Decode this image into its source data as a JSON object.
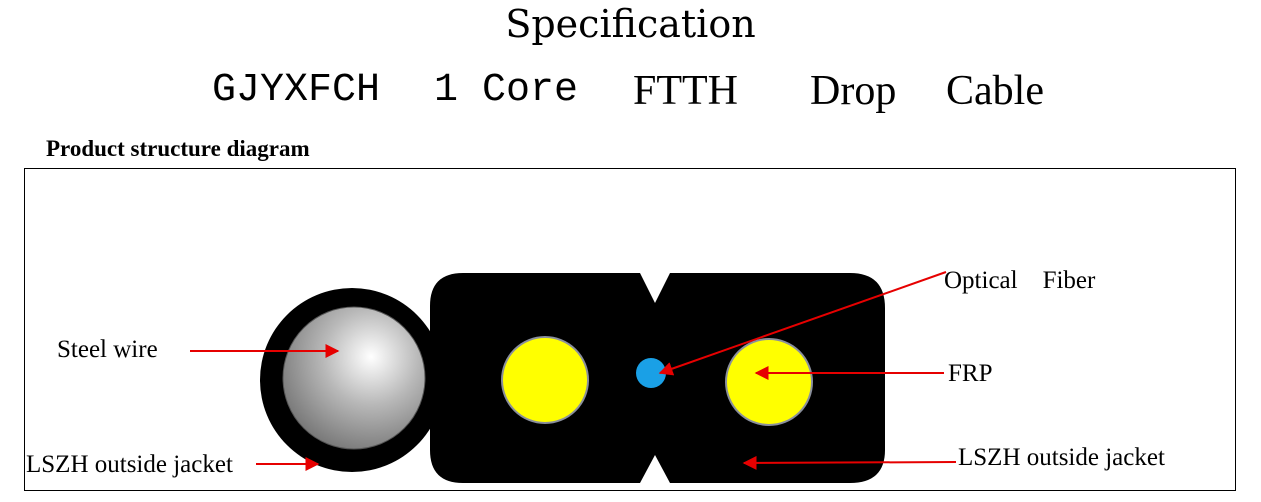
{
  "header": {
    "title": "Specification",
    "subtitle_parts": [
      "GJYXFCH",
      "1 Core",
      "FTTH",
      "Drop",
      "Cable"
    ]
  },
  "section": {
    "heading": "Product structure diagram"
  },
  "diagram": {
    "labels": {
      "steel_wire": "Steel wire",
      "lszh_left": "LSZH outside jacket",
      "optical_fiber": "Optical    Fiber",
      "frp": "FRP",
      "lszh_right": "LSZH outside jacket"
    },
    "colors": {
      "jacket": "#000000",
      "frp": "#ffff00",
      "fiber": "#1aa0e6",
      "steel": "#a9a9a9",
      "arrow": "#e60000"
    }
  }
}
